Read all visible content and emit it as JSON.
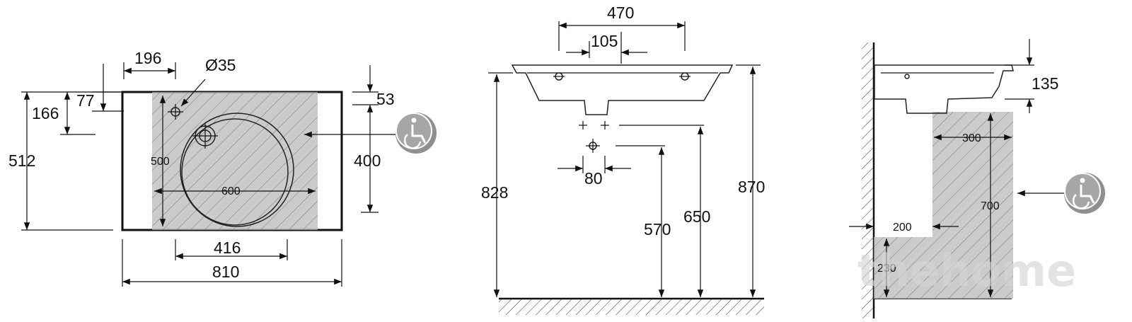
{
  "plan_view": {
    "dim_width": "810",
    "dim_depth": "512",
    "dim_bowl_width": "416",
    "dim_tap_offset_x": "196",
    "dim_tap_offset_y": "166",
    "dim_tap_edge": "77",
    "dim_tap_hole": "Ø35",
    "dim_front_gap": "53",
    "dim_access_depth": "400",
    "dim_access_width": "600",
    "dim_access_height": "500"
  },
  "front_view": {
    "dim_top_width": "470",
    "dim_hole_spacing": "105",
    "dim_drain_spacing": "80",
    "dim_height_828": "828",
    "dim_height_570": "570",
    "dim_height_650": "650",
    "dim_height_870": "870"
  },
  "side_view": {
    "dim_bowl_depth": "135",
    "dim_knee_depth": "300",
    "dim_knee_height": "700",
    "dim_toe_depth": "200",
    "dim_toe_height": "230"
  },
  "watermark": "thehome",
  "icons": [
    "wheelchair-accessibility-icon",
    "wheelchair-accessibility-icon"
  ],
  "colors": {
    "accessible_zone": "#b9b9b9",
    "icon_badge": "#8f8f8f"
  }
}
